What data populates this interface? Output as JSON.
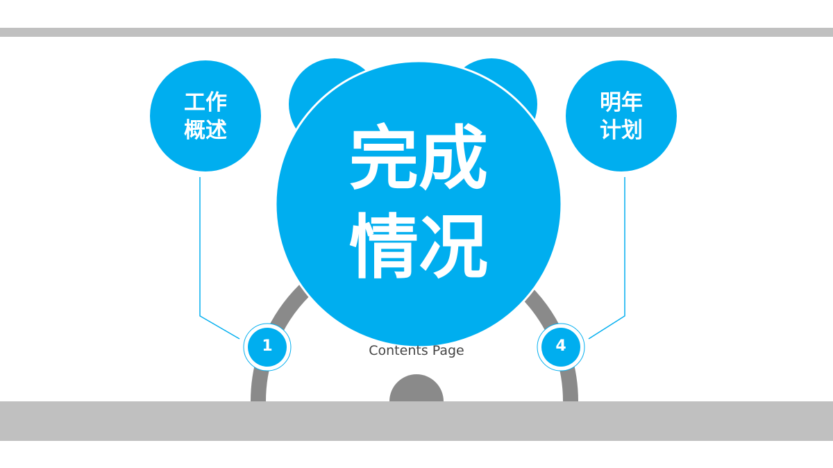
{
  "colors": {
    "accent": "#00aeef",
    "gray": "#8a8a8a",
    "bars": "#c0c0c0"
  },
  "items": [
    {
      "number": "1",
      "line1": "工作",
      "line2": "概述"
    },
    {
      "number": "4",
      "line1": "明年",
      "line2": "计划"
    }
  ],
  "main": {
    "line1": "完成",
    "line2": "情况",
    "subtitle": "Contents Page"
  }
}
